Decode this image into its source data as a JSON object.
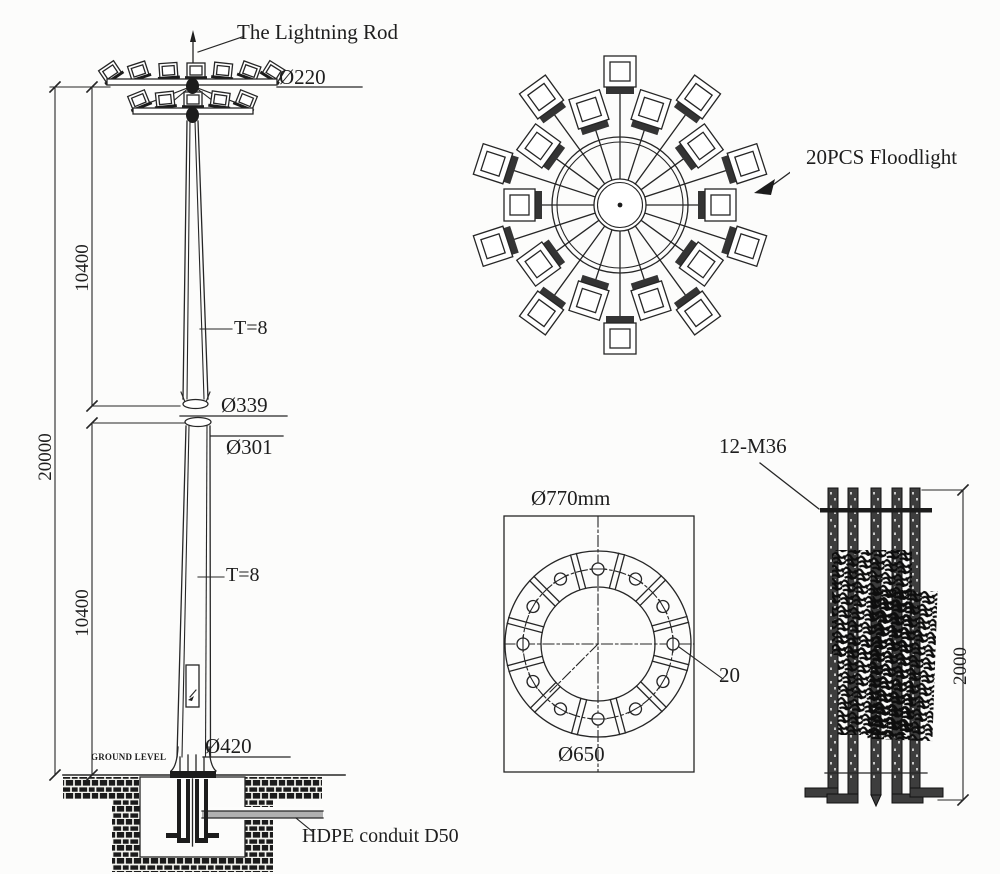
{
  "palette": {
    "ink": "#262626",
    "paper": "#fcfcfb",
    "conduit_gray": "#b0b0b0",
    "steel_dark": "#3d3d3d"
  },
  "views": {
    "elevation": {
      "labels": {
        "lightning_rod": "The Lightning Rod",
        "top_diameter": "Ø220",
        "upper_thickness": "T=8",
        "upper_base_diameter": "Ø339",
        "lower_top_diameter": "Ø301",
        "lower_thickness": "T=8",
        "base_diameter": "Ø420",
        "ground_level": "GROUND LEVEL",
        "conduit": "HDPE conduit D50"
      },
      "dimensions": {
        "upper_section_height": "10400",
        "total_height": "20000",
        "lower_section_height": "10400"
      }
    },
    "floodlight_plan": {
      "labels": {
        "floodlights": "20PCS Floodlight"
      }
    },
    "flange_plan": {
      "labels": {
        "outer_diameter": "Ø770mm",
        "bolt_circle": "Ø650",
        "hole": "20"
      }
    },
    "anchor_cage": {
      "labels": {
        "bolts": "12-M36"
      },
      "dimensions": {
        "embed_length": "2000"
      }
    }
  }
}
